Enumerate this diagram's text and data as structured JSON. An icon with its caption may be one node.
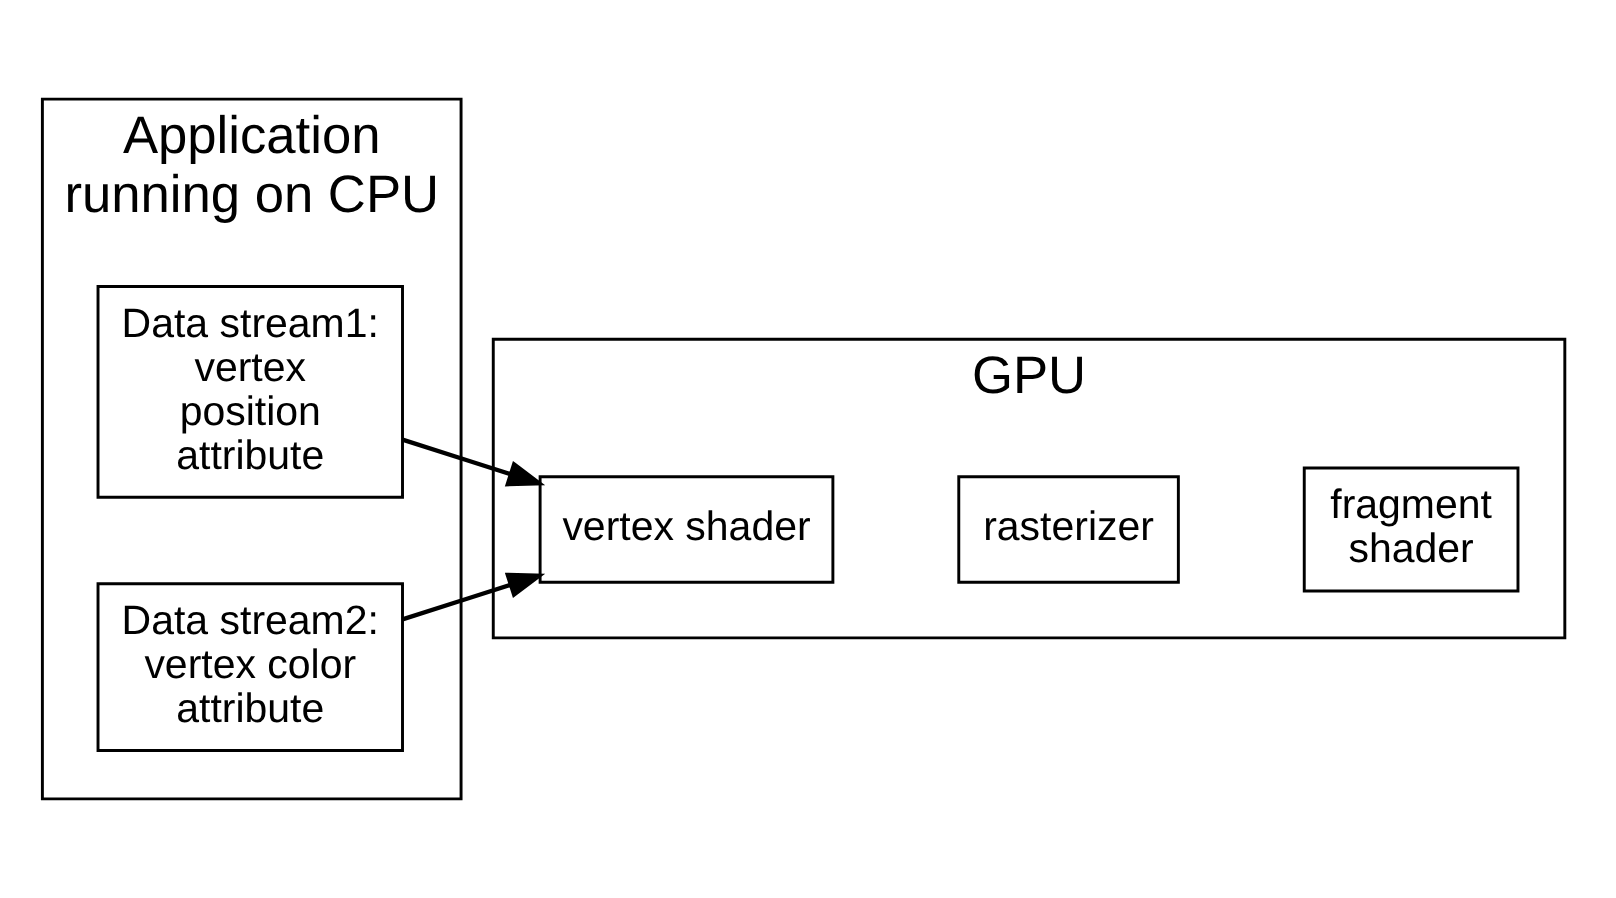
{
  "diagram": {
    "nodes": [
      {
        "text": [
          "Application running on CPU"
        ]
      },
      {
        "text": [
          "Data stream1: vertex position attribute"
        ],
        "in": 0
      },
      {
        "text": [
          "Data stream2: vertex color attribute"
        ],
        "in": 0
      },
      {
        "text": [
          "GPU"
        ]
      },
      {
        "text": [
          "vertex shader"
        ],
        "in": 3
      },
      {
        "text": [
          "rasterizer"
        ],
        "in": 3
      },
      {
        "text": [
          "fragment shader"
        ],
        "in": 3
      }
    ],
    "edges": [
      {
        "from": 1,
        "to": 4,
        "arrow": "to"
      },
      {
        "from": 2,
        "to": 4,
        "arrow": "to"
      }
    ]
  }
}
